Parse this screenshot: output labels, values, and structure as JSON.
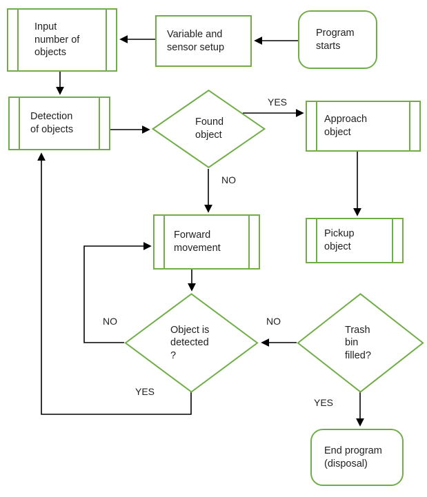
{
  "diagram": {
    "colors": {
      "accent": "#70ad47",
      "arrow": "#000000",
      "text": "#1f1f1f",
      "background": "#ffffff"
    },
    "nodes": {
      "program_starts": {
        "label": "Program\nstarts",
        "type": "terminator"
      },
      "variable_sensor_setup": {
        "label": "Variable and\nsensor setup",
        "type": "process"
      },
      "input_number_objects": {
        "label": "Input\nnumber of\nobjects",
        "type": "subprocess"
      },
      "detection_of_objects": {
        "label": "Detection\nof objects",
        "type": "subprocess"
      },
      "found_object": {
        "label": "Found\nobject",
        "type": "decision"
      },
      "approach_object": {
        "label": "Approach\nobject",
        "type": "subprocess"
      },
      "forward_movement": {
        "label": "Forward\nmovement",
        "type": "subprocess"
      },
      "pickup_object": {
        "label": "Pickup\nobject",
        "type": "subprocess"
      },
      "object_is_detected": {
        "label": "Object is\ndetected\n?",
        "type": "decision"
      },
      "trash_bin_filled": {
        "label": "Trash\nbin\nfilled?",
        "type": "decision"
      },
      "end_program": {
        "label": "End program\n(disposal)",
        "type": "terminator"
      }
    },
    "edge_labels": {
      "found_yes": "YES",
      "found_no": "NO",
      "object_detected_no": "NO",
      "object_detected_yes": "YES",
      "trash_no": "NO",
      "trash_yes": "YES"
    }
  }
}
